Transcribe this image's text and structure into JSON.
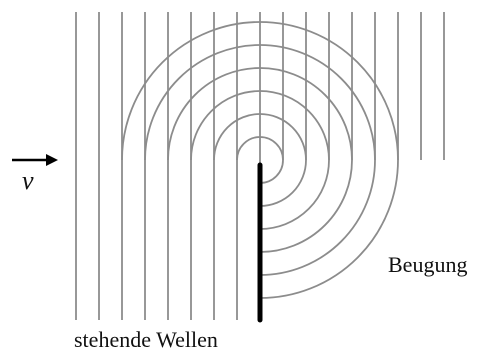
{
  "labels": {
    "standing_waves": "stehende Wellen",
    "diffraction": "Beugung",
    "velocity": "v"
  },
  "colors": {
    "wave_line": "#8c8c8c",
    "barrier": "#000000",
    "text": "#111111",
    "arrow": "#000000"
  },
  "icons": {
    "velocity_arrow": "arrow-right-icon"
  }
}
